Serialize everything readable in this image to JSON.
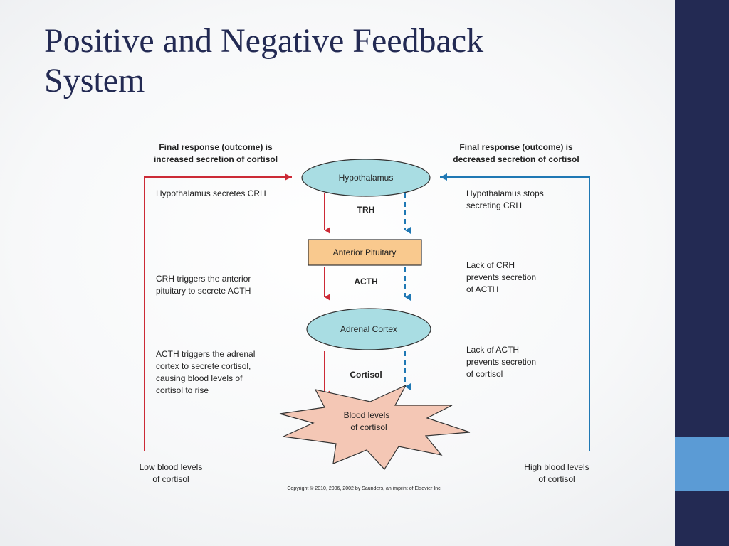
{
  "slide": {
    "title_line1": "Positive and Negative Feedback",
    "title_line2": "System"
  },
  "diagram": {
    "left_header": [
      "Final response (outcome) is",
      "increased secretion of cortisol"
    ],
    "right_header": [
      "Final response (outcome) is",
      "decreased secretion of cortisol"
    ],
    "nodes": {
      "hypothalamus": "Hypothalamus",
      "anterior_pituitary": "Anterior Pituitary",
      "adrenal_cortex": "Adrenal Cortex",
      "blood_levels": [
        "Blood levels",
        "of cortisol"
      ]
    },
    "hormones": {
      "trh": "TRH",
      "acth": "ACTH",
      "cortisol": "Cortisol"
    },
    "left_steps": [
      [
        "Hypothalamus secretes CRH"
      ],
      [
        "CRH triggers the anterior",
        "pituitary to secrete ACTH"
      ],
      [
        "ACTH triggers the adrenal",
        "cortex to secrete cortisol,",
        "causing blood levels of",
        "cortisol to rise"
      ]
    ],
    "right_steps": [
      [
        "Hypothalamus stops",
        "secreting CRH"
      ],
      [
        "Lack of CRH",
        "prevents secretion",
        "of ACTH"
      ],
      [
        "Lack of ACTH",
        "prevents secretion",
        "of cortisol"
      ]
    ],
    "left_footer": [
      "Low blood levels",
      "of cortisol"
    ],
    "right_footer": [
      "High blood levels",
      "of cortisol"
    ],
    "copyright": "Copyright © 2010, 2006, 2002 by Saunders, an imprint of Elsevier Inc.",
    "colors": {
      "positive_arrow": "#cc2a36",
      "negative_arrow": "#1f78b4",
      "oval_fill": "#a9dde3",
      "box_fill": "#f9c98e",
      "burst_fill": "#f4c7b5",
      "outline": "#333333"
    }
  }
}
